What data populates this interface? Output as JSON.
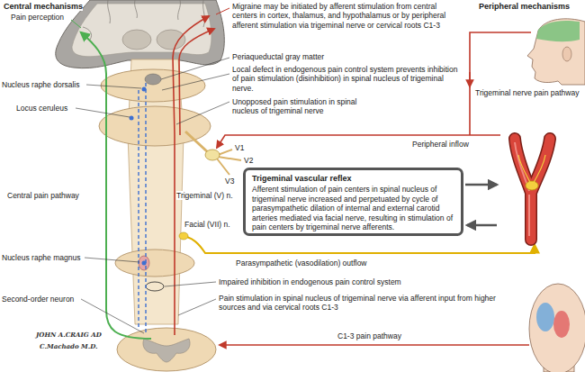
{
  "diagram": {
    "nodes": [
      {
        "text": [
          "Trigeminal vascular reflex",
          "Afferent stimulation of pain centers in spinal nucleus of trigeminal nerve increased and perpetuated by cycle of parasympathetic dilation of internal and external carotid arteries mediated via facial nerve, resulting in stimulation of pain centers by trigeminal nerve afferents."
        ]
      }
    ],
    "labels": [
      "Central mechanisms",
      "Pain perception",
      "Migraine may be initiated by afferent stimulation from central centers in cortex, thalamus, and hypothalamus or by peripheral afferent stimulation via trigeminal nerve or cervical roots C1-3",
      "Peripheral mechanisms",
      "Periaqueductal gray matter",
      "Nucleus raphe dorsalis",
      "Local defect in endogenous pain control system prevents inhibition of pain stimulation (disinhibition) in spinal nucleus of trigeminal nerve.",
      "Trigeminal nerve pain pathway",
      "Locus ceruleus",
      "Unopposed pain stimulation in spinal nucleus of trigeminal nerve",
      "Peripheral inflow",
      "V1",
      "V2",
      "Central pain pathway",
      "V3",
      "Trigeminal (V) n.",
      "Facial (VII) n.",
      "Nucleus raphe magnus",
      "Parasympathetic (vasodilation) outflow",
      "Impaired inhibition in endogenous pain control system",
      "Second-order neuron",
      "Pain stimulation in spinal nucleus of trigeminal nerve via afferent input from higher sources and via cervical roots C1-3",
      "C1-3 pain pathway",
      "JOHN A.CRAIG AD",
      "C.Machado M.D."
    ]
  }
}
